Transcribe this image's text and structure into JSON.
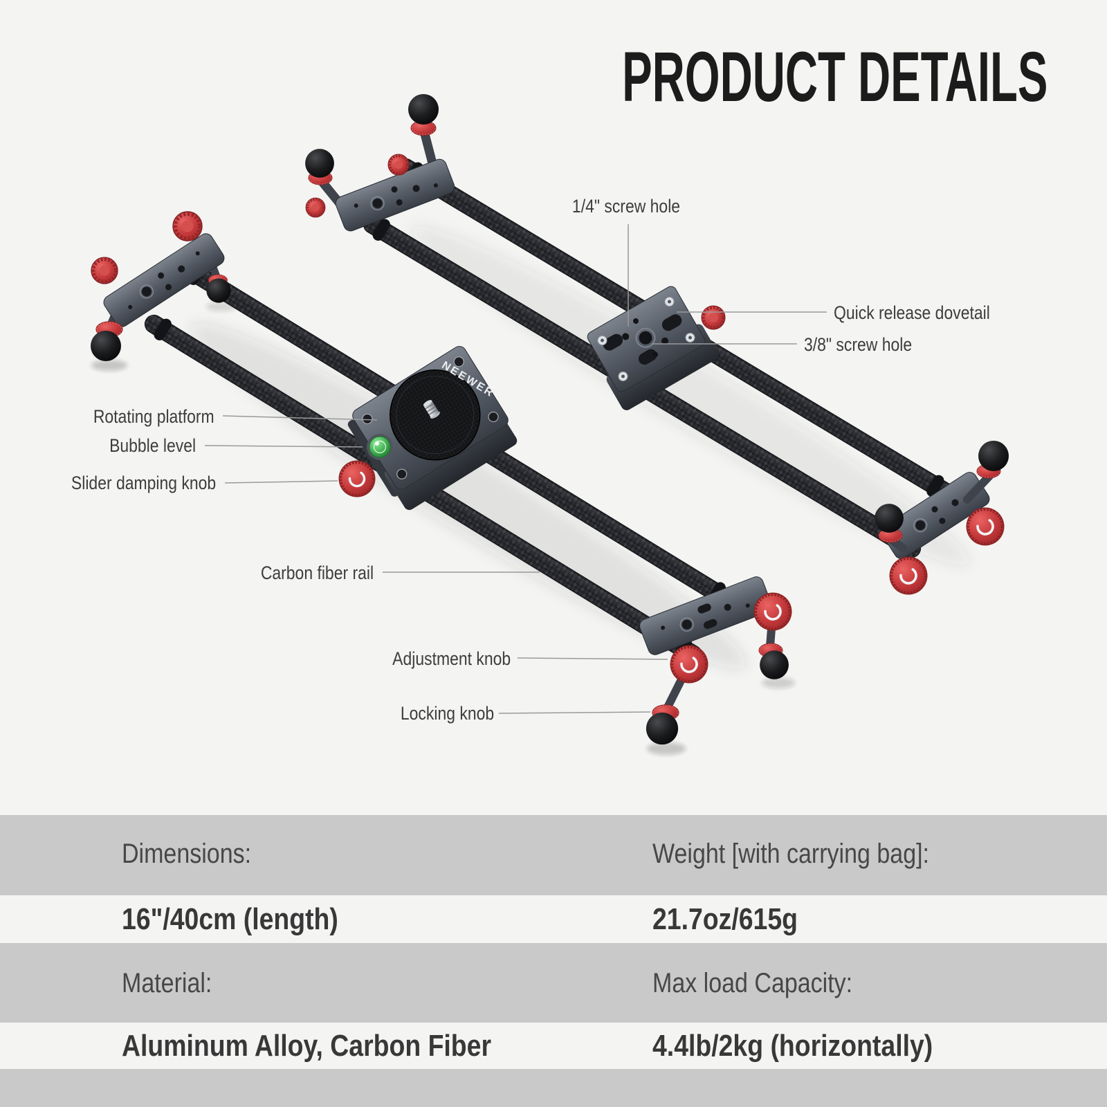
{
  "header": {
    "title": "PRODUCT DETAILS"
  },
  "diagram": {
    "brand": "NEEWER",
    "callouts": [
      {
        "id": "quarter-inch-screw-hole",
        "label": "1/4\" screw hole"
      },
      {
        "id": "quick-release-dovetail",
        "label": "Quick release dovetail"
      },
      {
        "id": "three-eighths-screw-hole",
        "label": "3/8\" screw hole"
      },
      {
        "id": "rotating-platform",
        "label": "Rotating platform"
      },
      {
        "id": "bubble-level",
        "label": "Bubble level"
      },
      {
        "id": "slider-damping-knob",
        "label": "Slider damping knob"
      },
      {
        "id": "carbon-fiber-rail",
        "label": "Carbon fiber rail"
      },
      {
        "id": "adjustment-knob",
        "label": "Adjustment knob"
      },
      {
        "id": "locking-knob",
        "label": "Locking knob"
      }
    ]
  },
  "specs": {
    "rows": [
      {
        "left": {
          "label": "Dimensions:",
          "value": "16\"/40cm (length)"
        },
        "right": {
          "label": "Weight [with carrying bag]:",
          "value": "21.7oz/615g"
        }
      },
      {
        "left": {
          "label": "Material:",
          "value": "Aluminum Alloy, Carbon Fiber"
        },
        "right": {
          "label": "Max load Capacity:",
          "value": "4.4lb/2kg (horizontally)"
        }
      }
    ]
  },
  "colors": {
    "background": "#f4f4f3",
    "band_gray": "#c9c9c9",
    "title_text": "#1c1c1c",
    "label_text": "#3d3d3d",
    "accent_red": "#c63a3c",
    "aluminum_gray": "#5a616b",
    "carbon_black": "#202124",
    "bubble_green": "#3fae4e"
  }
}
